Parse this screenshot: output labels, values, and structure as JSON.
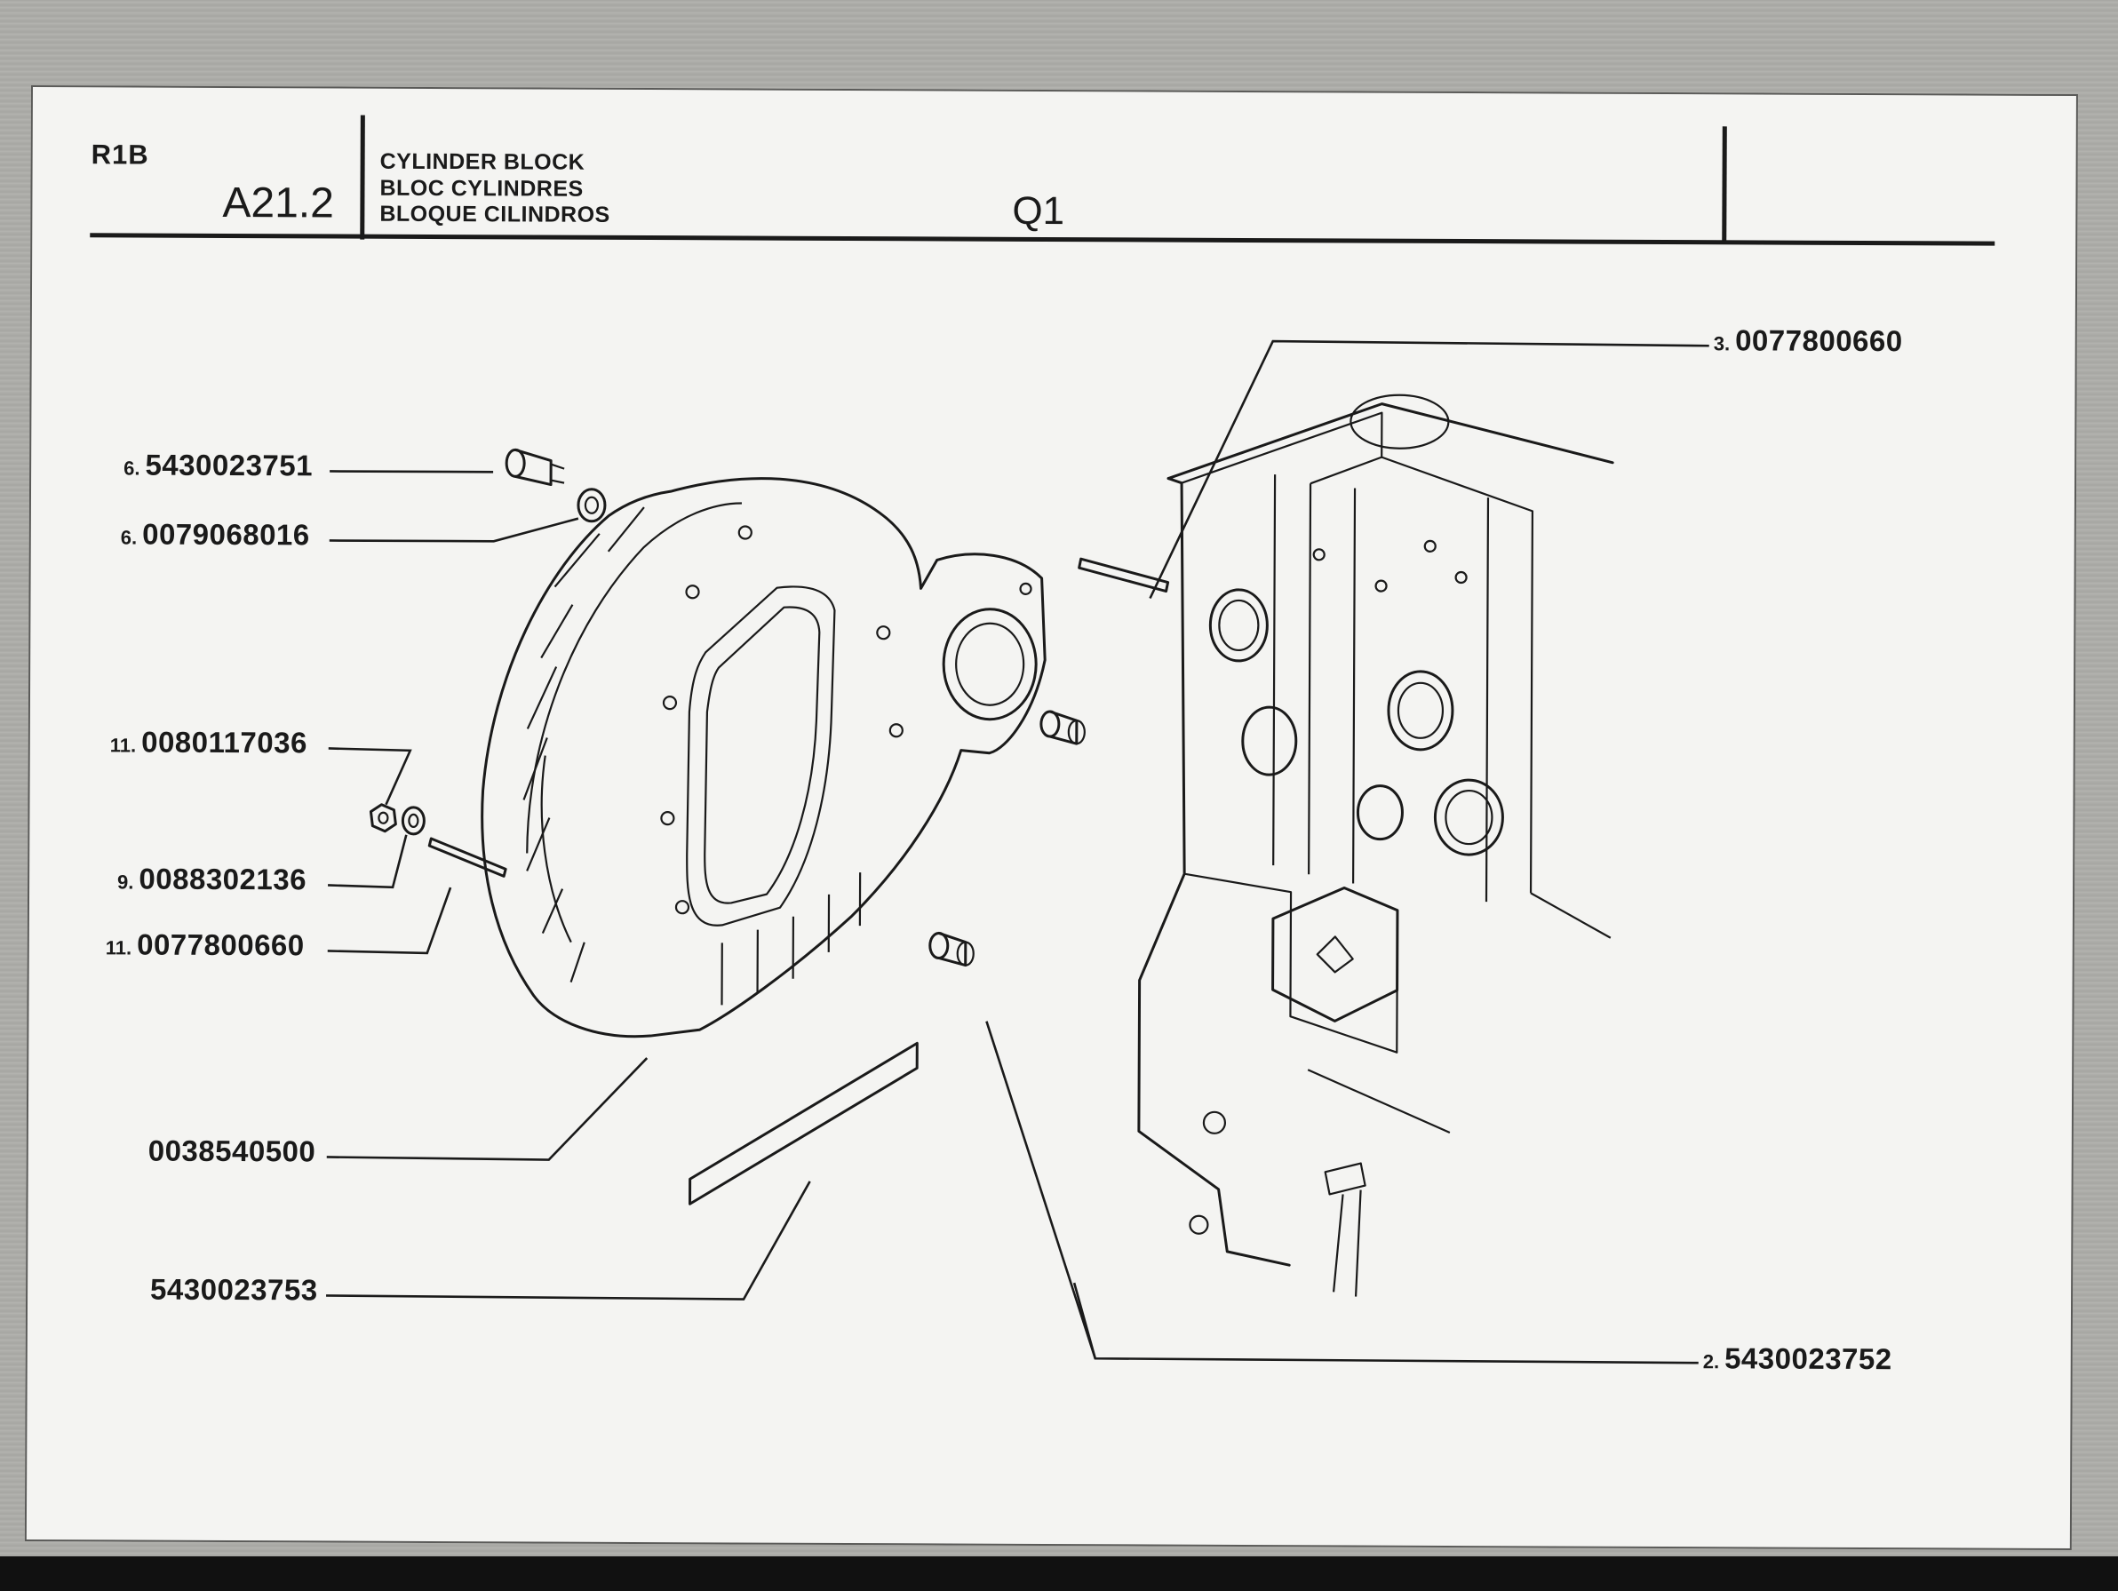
{
  "header": {
    "series_code": "R1B",
    "section_code": "A21.2",
    "title_en": "CYLINDER BLOCK",
    "title_fr": "BLOC CYLINDRES",
    "title_es": "BLOQUE CILINDROS",
    "variant_code": "Q1"
  },
  "callouts": [
    {
      "qty": "3.",
      "part": "0077800660"
    },
    {
      "qty": "6.",
      "part": "5430023751"
    },
    {
      "qty": "6.",
      "part": "0079068016"
    },
    {
      "qty": "11.",
      "part": "0080117036"
    },
    {
      "qty": "9.",
      "part": "0088302136"
    },
    {
      "qty": "11.",
      "part": "0077800660"
    },
    {
      "qty": "",
      "part": "0038540500"
    },
    {
      "qty": "",
      "part": "5430023753"
    },
    {
      "qty": "2.",
      "part": "5430023752"
    }
  ]
}
